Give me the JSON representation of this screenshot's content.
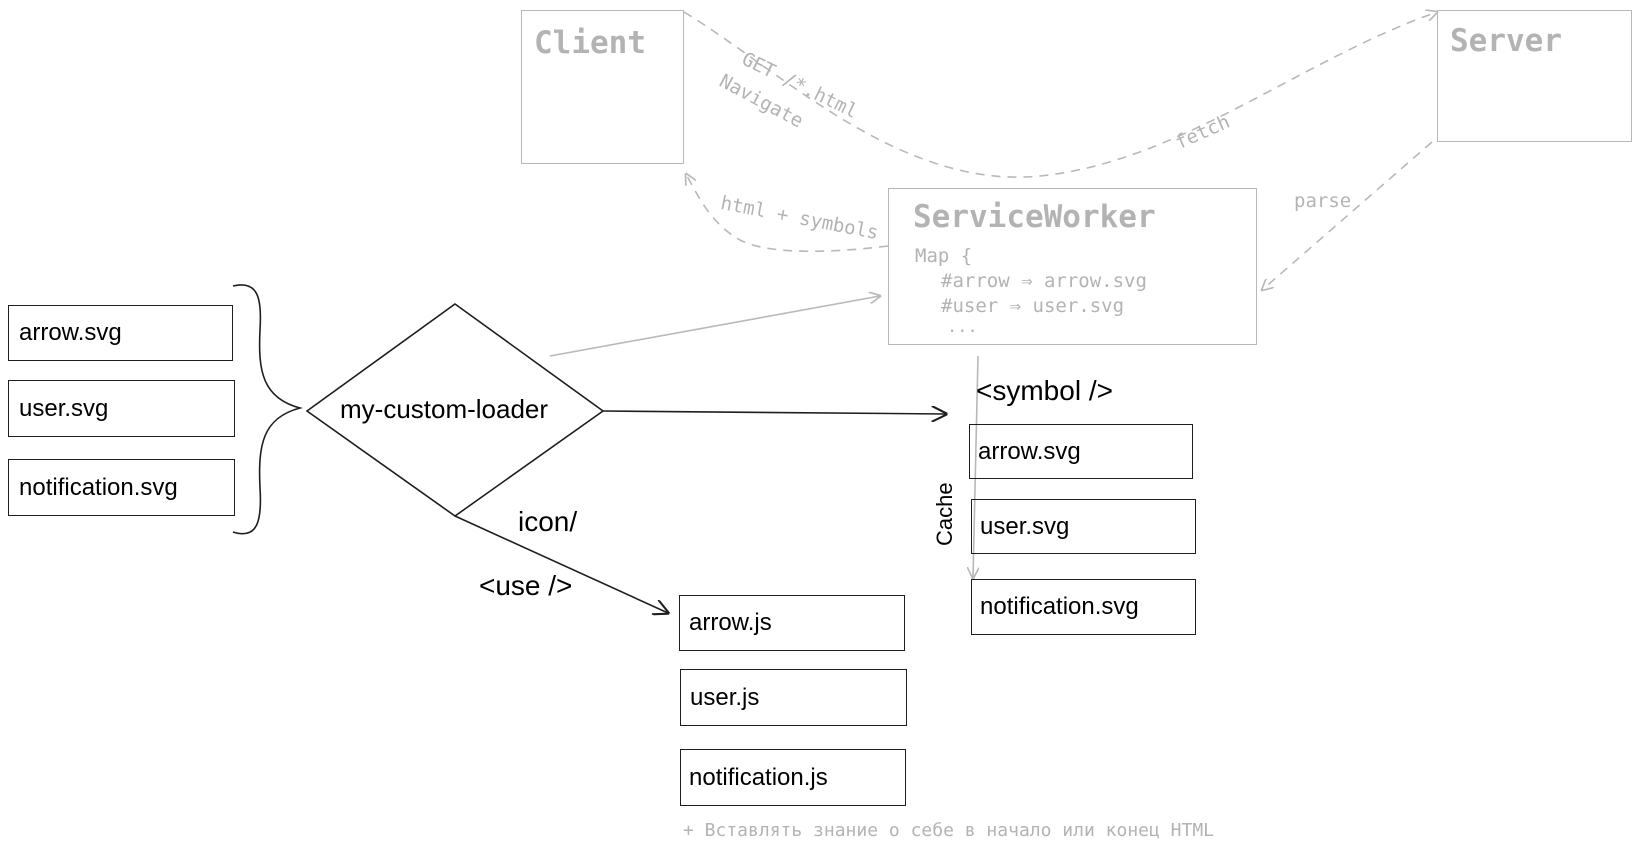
{
  "nodes": {
    "client": "Client",
    "server": "Server",
    "service_worker": "ServiceWorker",
    "loader": "my-custom-loader"
  },
  "service_worker_map": {
    "open": "Map {",
    "line1": "#arrow ⇒ arrow.svg",
    "line2": "#user ⇒ user.svg",
    "ellipsis": "..."
  },
  "edge_labels": {
    "get": "GET /*.html",
    "navigate": "Navigate",
    "fetch": "fetch",
    "parse": "parse",
    "html_symbols": "html + symbols",
    "symbol": "<symbol />",
    "cache": "Cache",
    "icon": "icon/",
    "use": "<use />"
  },
  "source_files": [
    "arrow.svg",
    "user.svg",
    "notification.svg"
  ],
  "symbol_files": [
    "arrow.svg",
    "user.svg",
    "notification.svg"
  ],
  "js_files": [
    "arrow.js",
    "user.js",
    "notification.js"
  ],
  "note": "+ Вставлять знание о себе в начало или конец HTML",
  "colors": {
    "ink": "#1e1e1e",
    "faded": "#b3b3b3"
  }
}
